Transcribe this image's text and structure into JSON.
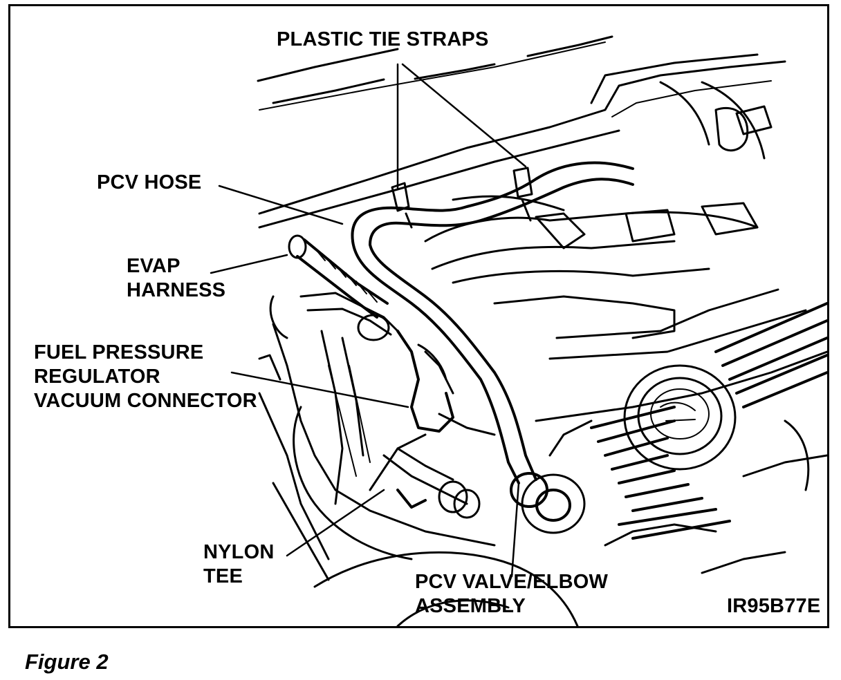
{
  "labels": {
    "plastic_tie_straps": "PLASTIC TIE STRAPS",
    "pcv_hose": "PCV HOSE",
    "evap_harness": [
      "EVAP",
      "HARNESS"
    ],
    "fuel_pressure_regulator": [
      "FUEL PRESSURE",
      "REGULATOR",
      "VACUUM CONNECTOR"
    ],
    "nylon_tee": [
      "NYLON",
      "TEE"
    ],
    "pcv_valve_elbow": [
      "PCV VALVE/ELBOW",
      "ASSEMBLY"
    ],
    "figure_code": "IR95B77E"
  },
  "caption": "Figure 2",
  "colors": {
    "ink": "#000000",
    "paper": "#ffffff"
  }
}
